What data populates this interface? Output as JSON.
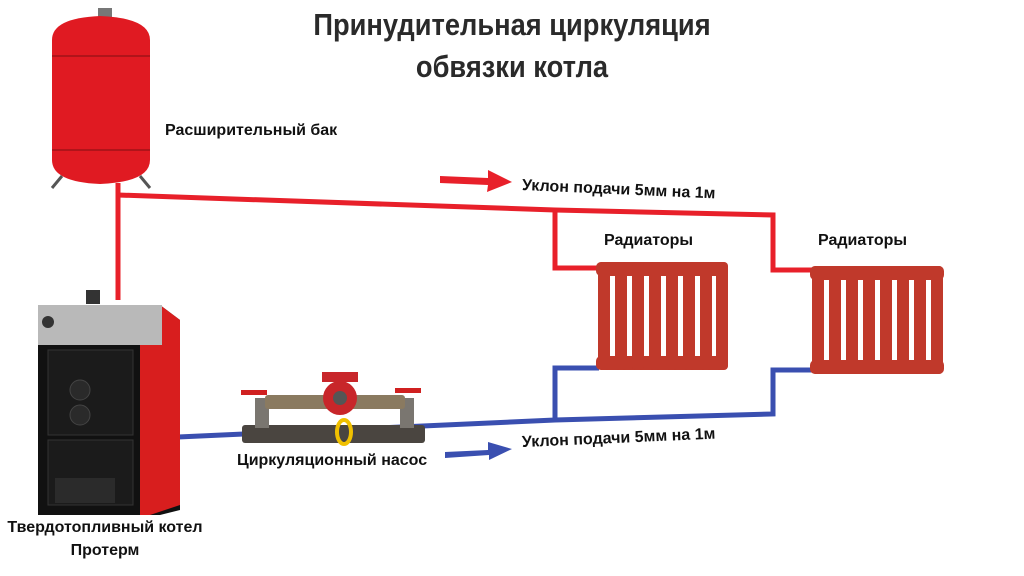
{
  "title": {
    "line1": "Принудительная циркуляция",
    "line2": "обвязки котла"
  },
  "labels": {
    "expansion_tank": "Расширительный бак",
    "supply_slope": "Уклон подачи 5мм на 1м",
    "return_slope": "Уклон подачи 5мм на 1м",
    "radiators_1": "Радиаторы",
    "radiators_2": "Радиаторы",
    "pump": "Циркуляционный насос",
    "boiler_line1": "Твердотопливный котел",
    "boiler_line2": "Протерм"
  },
  "colors": {
    "supply": "#e8202a",
    "return": "#3a4fb0",
    "radiator": "#c0392b",
    "boiler": "#d81e1e"
  }
}
